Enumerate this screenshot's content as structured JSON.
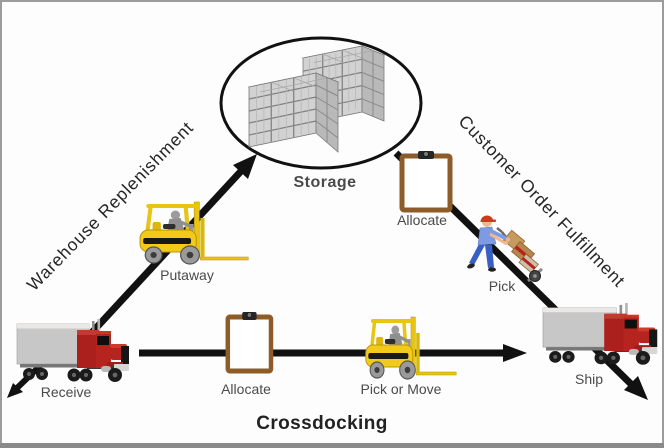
{
  "diagram": {
    "labels": {
      "storage": "Storage",
      "receive": "Receive",
      "putaway": "Putaway",
      "allocate_upper": "Allocate",
      "pick": "Pick",
      "allocate_lower": "Allocate",
      "pick_or_move": "Pick or Move",
      "ship": "Ship"
    },
    "flow_titles": {
      "warehouse_replenishment": "Warehouse Replenishment",
      "customer_order_fulfillment": "Customer Order Fulfillment",
      "crossdocking": "Crossdocking"
    },
    "colors": {
      "arrow": "#111111",
      "truck_cab_red": "#b5241f",
      "trailer_gray": "#c7c7c7",
      "forklift_yellow": "#f1ca1b",
      "clipboard_brown": "#8e5c28",
      "worker_blue": "#3a5fc4",
      "rack_gray": "#d2d2d2",
      "border_gray": "#9c9c9c"
    }
  }
}
